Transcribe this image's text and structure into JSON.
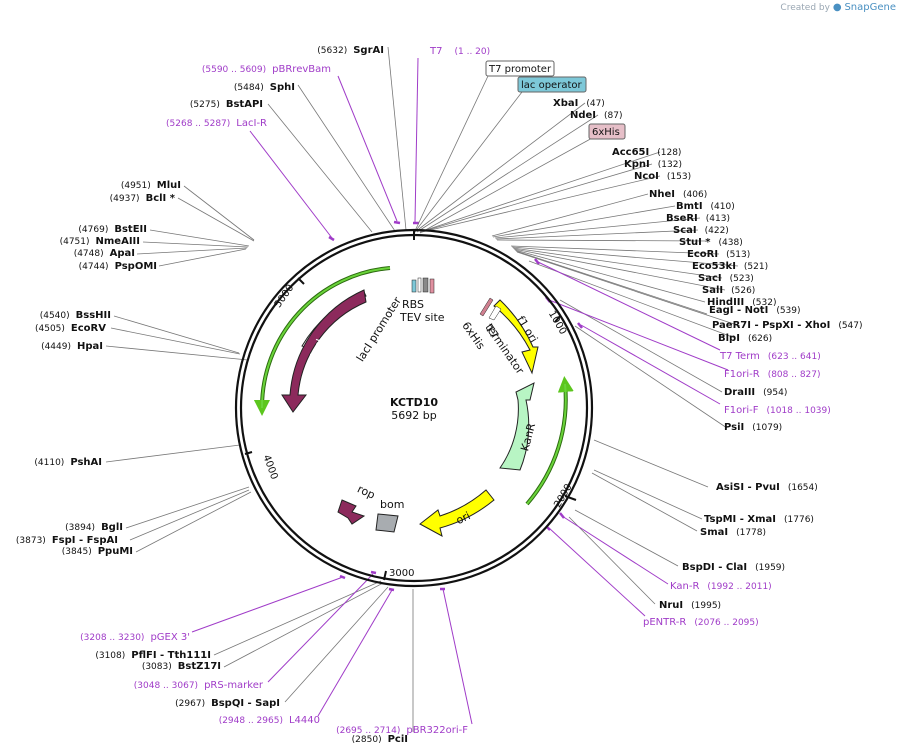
{
  "branding": {
    "created_by": "Created by",
    "product": "SnapGene"
  },
  "plasmid": {
    "name": "KCTD10",
    "size": "5692 bp"
  },
  "ticks": [
    "1000",
    "2000",
    "3000",
    "4000",
    "5000"
  ],
  "features": {
    "rbs": "RBS",
    "tev": "TEV site",
    "his": "6xHis",
    "t7term": "T7",
    "t7term2": "terminator",
    "f1ori": "f1 ori",
    "kanr": "KanR",
    "ori": "ori",
    "rop": "rop",
    "bom": "bom",
    "laci": "lacI",
    "lacip": "lacI promoter"
  },
  "boxed_labels": {
    "t7_promoter": "T7 promoter",
    "lac_operator": "lac operator",
    "his_tag": "6xHis"
  },
  "sites_right": [
    {
      "name": "XbaI",
      "pos": "(47)"
    },
    {
      "name": "NdeI",
      "pos": "(87)"
    },
    {
      "name": "Acc65I",
      "pos": "(128)"
    },
    {
      "name": "KpnI",
      "pos": "(132)"
    },
    {
      "name": "NcoI",
      "pos": "(153)"
    },
    {
      "name": "NheI",
      "pos": "(406)"
    },
    {
      "name": "BmtI",
      "pos": "(410)"
    },
    {
      "name": "BseRI",
      "pos": "(413)"
    },
    {
      "name": "ScaI",
      "pos": "(422)"
    },
    {
      "name": "StuI *",
      "pos": "(438)"
    },
    {
      "name": "EcoRI",
      "pos": "(513)"
    },
    {
      "name": "Eco53kI",
      "pos": "(521)"
    },
    {
      "name": "SacI",
      "pos": "(523)"
    },
    {
      "name": "SalI",
      "pos": "(526)"
    },
    {
      "name": "HindIII",
      "pos": "(532)"
    },
    {
      "name": "EagI - NotI",
      "pos": "(539)"
    },
    {
      "name": "PaeR7I - PspXI - XhoI",
      "pos": "(547)"
    },
    {
      "name": "BlpI",
      "pos": "(626)"
    },
    {
      "name": "T7 Term",
      "pos": "(623 .. 641)"
    },
    {
      "name": "F1ori-R",
      "pos": "(808 .. 827)"
    },
    {
      "name": "DraIII",
      "pos": "(954)"
    },
    {
      "name": "F1ori-F",
      "pos": "(1018 .. 1039)"
    },
    {
      "name": "PsiI",
      "pos": "(1079)"
    },
    {
      "name": "AsiSI - PvuI",
      "pos": "(1654)"
    },
    {
      "name": "TspMI - XmaI",
      "pos": "(1776)"
    },
    {
      "name": "SmaI",
      "pos": "(1778)"
    },
    {
      "name": "BspDI - ClaI",
      "pos": "(1959)"
    },
    {
      "name": "Kan-R",
      "pos": "(1992 .. 2011)"
    },
    {
      "name": "NruI",
      "pos": "(1995)"
    },
    {
      "name": "pENTR-R",
      "pos": "(2076 .. 2095)"
    }
  ],
  "sites_left": [
    {
      "name": "SgrAI",
      "pos": "(5632)"
    },
    {
      "name": "pBRrevBam",
      "pos": "(5590 .. 5609)"
    },
    {
      "name": "SphI",
      "pos": "(5484)"
    },
    {
      "name": "BstAPI",
      "pos": "(5275)"
    },
    {
      "name": "LacI-R",
      "pos": "(5268 .. 5287)"
    },
    {
      "name": "MluI",
      "pos": "(4951)"
    },
    {
      "name": "BclI *",
      "pos": "(4937)"
    },
    {
      "name": "BstEII",
      "pos": "(4769)"
    },
    {
      "name": "NmeAIII",
      "pos": "(4751)"
    },
    {
      "name": "ApaI",
      "pos": "(4748)"
    },
    {
      "name": "PspOMI",
      "pos": "(4744)"
    },
    {
      "name": "BssHII",
      "pos": "(4540)"
    },
    {
      "name": "EcoRV",
      "pos": "(4505)"
    },
    {
      "name": "HpaI",
      "pos": "(4449)"
    },
    {
      "name": "PshAI",
      "pos": "(4110)"
    },
    {
      "name": "BglI",
      "pos": "(3894)"
    },
    {
      "name": "FspI - FspAI",
      "pos": "(3873)"
    },
    {
      "name": "PpuMI",
      "pos": "(3845)"
    },
    {
      "name": "pGEX 3'",
      "pos": "(3208 .. 3230)"
    },
    {
      "name": "PflFI - Tth111I",
      "pos": "(3108)"
    },
    {
      "name": "BstZ17I",
      "pos": "(3083)"
    },
    {
      "name": "pRS-marker",
      "pos": "(3048 .. 3067)"
    },
    {
      "name": "BspQI - SapI",
      "pos": "(2967)"
    },
    {
      "name": "L4440",
      "pos": "(2948 .. 2965)"
    },
    {
      "name": "PciI",
      "pos": "(2850)"
    },
    {
      "name": "pBR322ori-F",
      "pos": "(2695 .. 2714)"
    },
    {
      "name": "T7",
      "pos": "(1 .. 20)"
    }
  ],
  "colors": {
    "primer": "#a03cc8",
    "lacI": "#8c2a5c",
    "kanR": "#b8f5c4",
    "ori": "#ffff00",
    "f1ori": "#ffff00",
    "green_arc": "#5cc61e"
  }
}
